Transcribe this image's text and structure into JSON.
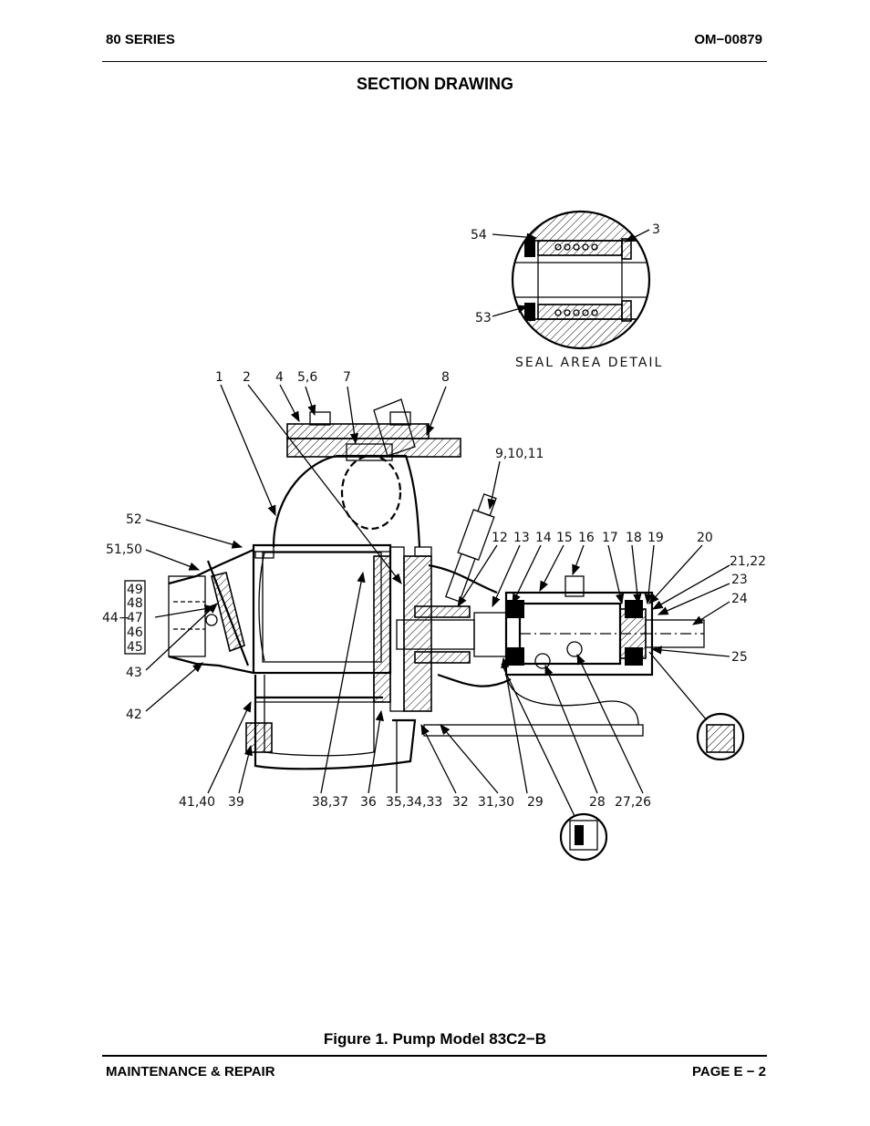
{
  "header": {
    "left": "80 SERIES",
    "right": "OM−00879"
  },
  "title": "SECTION DRAWING",
  "detail_label": "SEAL AREA DETAIL",
  "callouts": {
    "c54": "54",
    "c3": "3",
    "c53": "53",
    "c1": "1",
    "c2": "2",
    "c4": "4",
    "c56": "5,6",
    "c7": "7",
    "c8": "8",
    "c91011": "9,10,11",
    "c52": "52",
    "c5150": "51,50",
    "c49": "49",
    "c48": "48",
    "c44": "44−",
    "c47": "47",
    "c46": "46",
    "c45": "45",
    "c43": "43",
    "c42": "42",
    "c12": "12",
    "c13": "13",
    "c14": "14",
    "c15": "15",
    "c16": "16",
    "c17": "17",
    "c18": "18",
    "c19": "19",
    "c20": "20",
    "c2122": "21,22",
    "c23": "23",
    "c24": "24",
    "c25": "25",
    "c4140": "41,40",
    "c39": "39",
    "c3837": "38,37",
    "c36": "36",
    "c353433": "35,34,33",
    "c32": "32",
    "c3130": "31,30",
    "c29": "29",
    "c28": "28",
    "c2726": "27,26"
  },
  "caption": "Figure 1. Pump Model 83C2−B",
  "footer": {
    "left": "MAINTENANCE & REPAIR",
    "right": "PAGE E − 2"
  }
}
